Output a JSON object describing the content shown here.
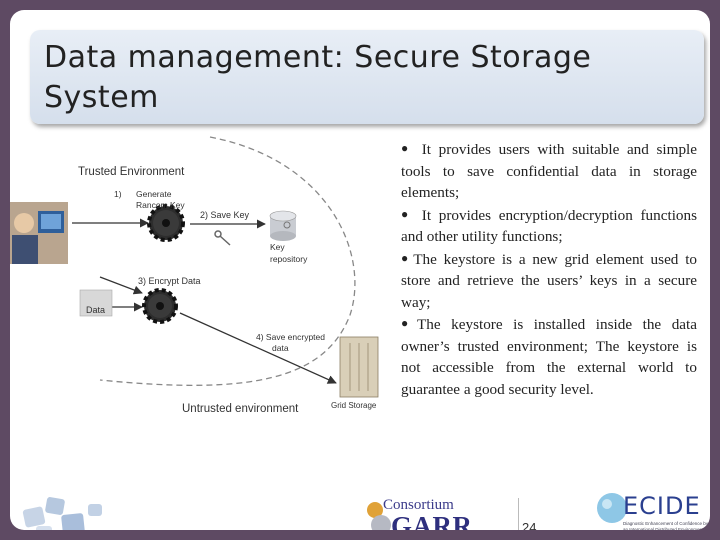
{
  "slide": {
    "title": "Data management: Secure Storage System",
    "page_number": "24"
  },
  "diagram": {
    "trusted_label": "Trusted Environment",
    "step1_num": "1)",
    "step1_line1": "Generate",
    "step1_line2": "Rancom Key",
    "step2": "2) Save Key",
    "key_repo_line1": "Key",
    "key_repo_line2": "repository",
    "step3": "3) Encrypt Data",
    "data_label": "Data",
    "step4_line1": "4)  Save encrypted",
    "step4_line2": "data",
    "untrusted_label": "Untrusted environment",
    "grid_storage_label": "Grid Storage"
  },
  "bullets": [
    "It provides users with suitable and simple tools to save confidential data in storage elements;",
    "It provides encryption/decryption functions and other utility functions;",
    "The keystore is a new grid element used to store and retrieve the users’ keys in a secure way;",
    "The keystore is installed inside the data owner’s trusted environment; The keystore is not accessible from the external world to guarantee a good security level."
  ],
  "logos": {
    "garr_top": "Consortium",
    "garr_main": "GARR",
    "decide_word": "ECIDE",
    "decide_sub": "Diagnostic Enhancement of Confidence by an International Distributed Environment"
  },
  "colors": {
    "background": "#5e4a63",
    "title_box": "#dde5f0",
    "garr_blue": "#2e2f7e",
    "decide_blue": "#2a3f8f"
  }
}
